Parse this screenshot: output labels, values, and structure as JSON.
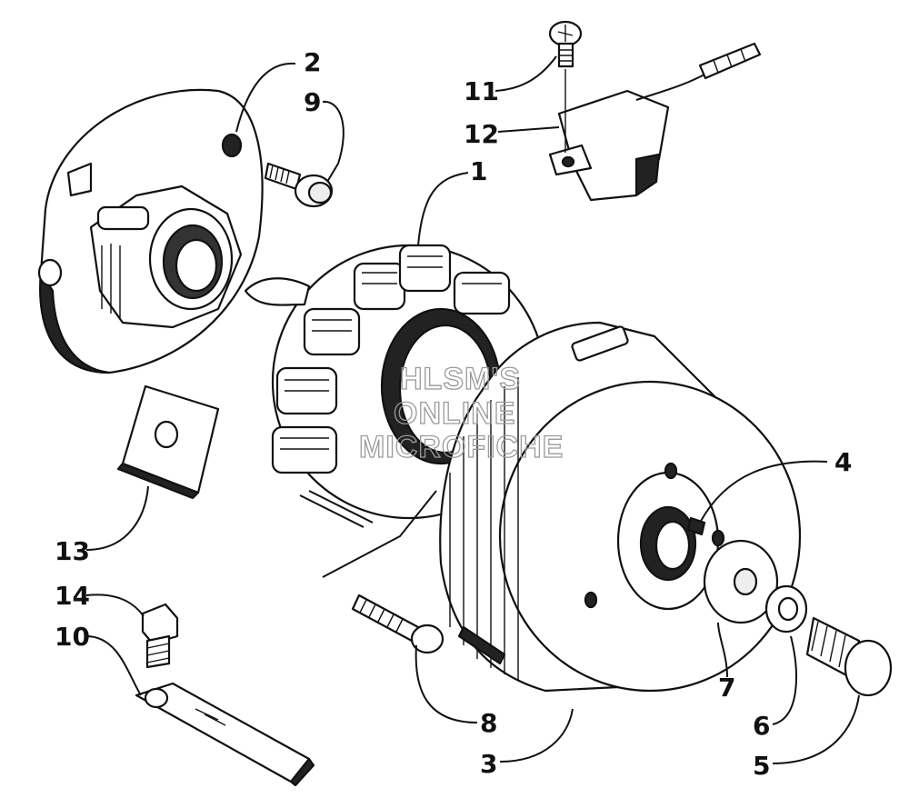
{
  "diagram": {
    "callouts": [
      {
        "id": "c2",
        "label": "2"
      },
      {
        "id": "c9",
        "label": "9"
      },
      {
        "id": "c11",
        "label": "11"
      },
      {
        "id": "c12",
        "label": "12"
      },
      {
        "id": "c1",
        "label": "1"
      },
      {
        "id": "c4",
        "label": "4"
      },
      {
        "id": "c13",
        "label": "13"
      },
      {
        "id": "c14",
        "label": "14"
      },
      {
        "id": "c10",
        "label": "10"
      },
      {
        "id": "c7",
        "label": "7"
      },
      {
        "id": "c8",
        "label": "8"
      },
      {
        "id": "c6",
        "label": "6"
      },
      {
        "id": "c3",
        "label": "3"
      },
      {
        "id": "c5",
        "label": "5"
      }
    ],
    "watermark": [
      "HLSM'S",
      "ONLINE",
      "MICROFICHE"
    ]
  }
}
